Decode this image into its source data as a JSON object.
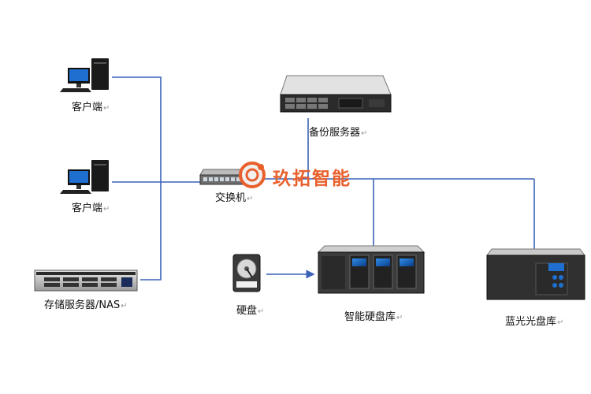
{
  "labels": {
    "client_1": "客户端",
    "client_2": "客户端",
    "storage_nas": "存储服务器/NAS",
    "switch": "交换机",
    "backup_server": "备份服务器",
    "hard_disk": "硬盘",
    "smart_disk_library": "智能硬盘库",
    "bluray_library": "蓝光光盘库"
  },
  "para_mark": "↵",
  "brand": {
    "text": "玖拓智能"
  },
  "colors": {
    "connector_line": "#3a63b8",
    "arrow": "#3a63b8",
    "brand_orange": "#e8602c",
    "panel_blue": "#1f6fd0"
  }
}
